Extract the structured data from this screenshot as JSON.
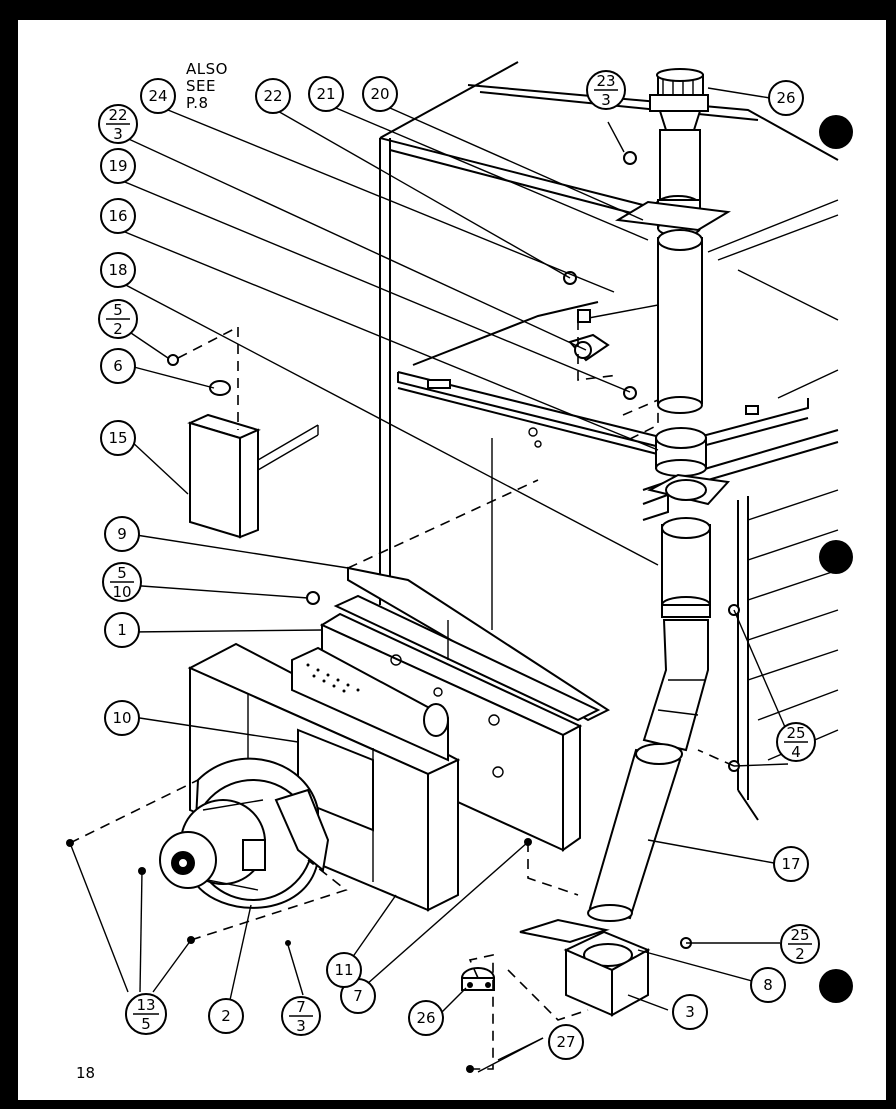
{
  "annotation": {
    "line1": "ALSO",
    "line2": "SEE",
    "line3": "P.8"
  },
  "page_number": "18",
  "callouts": [
    {
      "id": "c-24",
      "top": "24"
    },
    {
      "id": "c-22a",
      "top": "22"
    },
    {
      "id": "c-21",
      "top": "21"
    },
    {
      "id": "c-20",
      "top": "20"
    },
    {
      "id": "c-23-3",
      "top": "23",
      "bottom": "3"
    },
    {
      "id": "c-26a",
      "top": "26"
    },
    {
      "id": "c-22-3",
      "top": "22",
      "bottom": "3"
    },
    {
      "id": "c-19",
      "top": "19"
    },
    {
      "id": "c-16",
      "top": "16"
    },
    {
      "id": "c-18",
      "top": "18"
    },
    {
      "id": "c-5-2",
      "top": "5",
      "bottom": "2"
    },
    {
      "id": "c-6",
      "top": "6"
    },
    {
      "id": "c-15",
      "top": "15"
    },
    {
      "id": "c-9",
      "top": "9"
    },
    {
      "id": "c-5-10",
      "top": "5",
      "bottom": "10"
    },
    {
      "id": "c-1",
      "top": "1"
    },
    {
      "id": "c-10",
      "top": "10"
    },
    {
      "id": "c-25-4",
      "top": "25",
      "bottom": "4"
    },
    {
      "id": "c-17",
      "top": "17"
    },
    {
      "id": "c-25-2",
      "top": "25",
      "bottom": "2"
    },
    {
      "id": "c-8",
      "top": "8"
    },
    {
      "id": "c-3",
      "top": "3"
    },
    {
      "id": "c-27",
      "top": "27"
    },
    {
      "id": "c-26b",
      "top": "26"
    },
    {
      "id": "c-7",
      "top": "7"
    },
    {
      "id": "c-11",
      "top": "11"
    },
    {
      "id": "c-7-3",
      "top": "7",
      "bottom": "3"
    },
    {
      "id": "c-2",
      "top": "2"
    },
    {
      "id": "c-13-5",
      "top": "13",
      "bottom": "5"
    }
  ]
}
